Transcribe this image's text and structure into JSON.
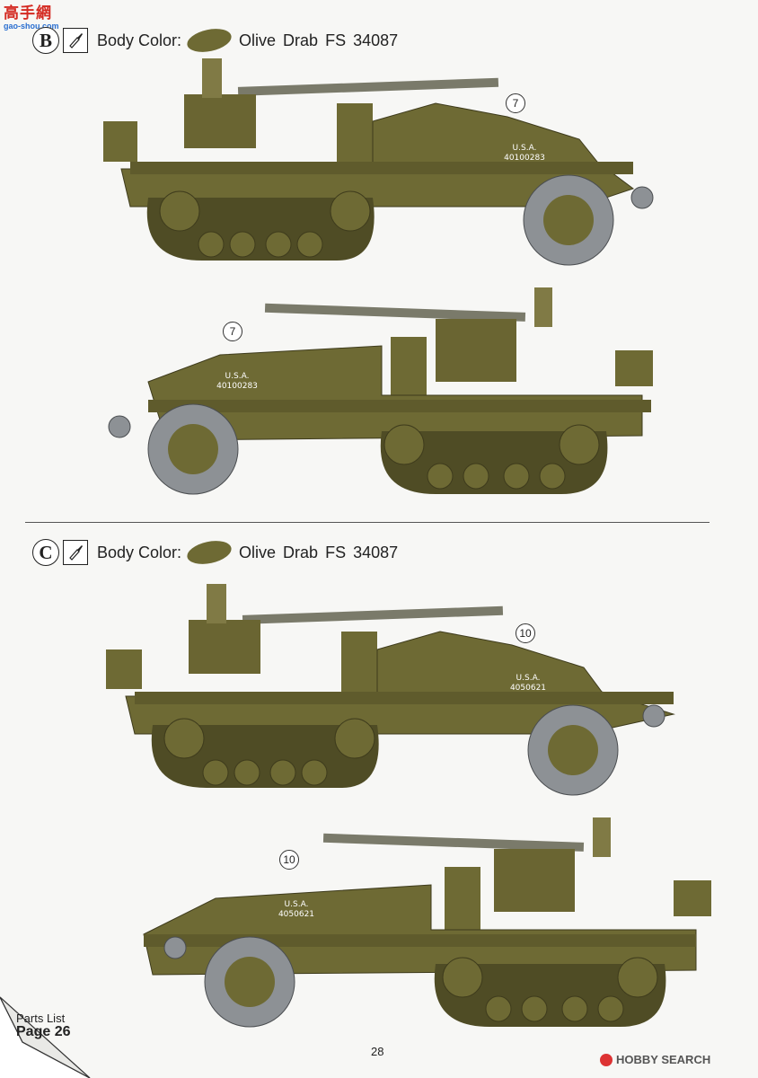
{
  "watermark_top": {
    "line1": "高手網",
    "line2": "gao-shou.com"
  },
  "sections": [
    {
      "letter": "B",
      "body_label": "Body Color:",
      "color_name": "Olive Drab FS 34087",
      "callouts": [
        "7",
        "7"
      ],
      "serials": [
        {
          "line1": "U.S.A.",
          "line2": "40100283"
        },
        {
          "line1": "U.S.A.",
          "line2": "40100283"
        }
      ]
    },
    {
      "letter": "C",
      "body_label": "Body Color:",
      "color_name": "Olive Drab FS 34087",
      "callouts": [
        "10",
        "10"
      ],
      "serials": [
        {
          "line1": "U.S.A.",
          "line2": "4050621"
        },
        {
          "line1": "U.S.A.",
          "line2": "4050621"
        }
      ]
    }
  ],
  "footer": {
    "parts_list": "Parts List",
    "page_ref": "Page 26",
    "page_number": "28",
    "watermark": "HOBBY SEARCH"
  },
  "colors": {
    "olive": "#6e6a34",
    "tire": "#8d9195"
  }
}
